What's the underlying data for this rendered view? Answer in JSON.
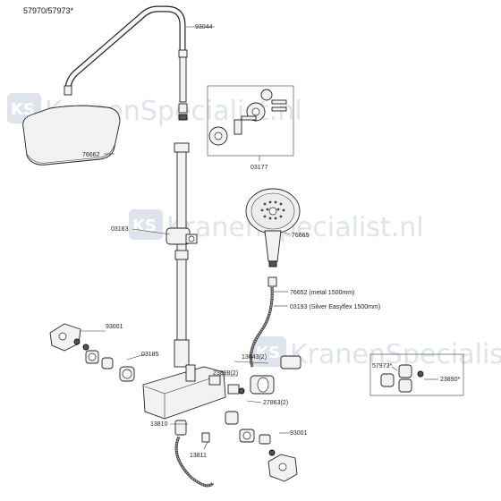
{
  "title": "57970/57973*",
  "watermark": {
    "brand": "KranenSpecialist.nl",
    "logo_letters": "KS"
  },
  "labels": {
    "p93044": "93044",
    "p76662": "76662",
    "p03177": "03177",
    "p03163": "03163",
    "p76665": "76665",
    "p76652": "76652 (metal 1500mm)",
    "p03193": "03193 (Silver Easyflex 1500mm)",
    "p93001a": "93001",
    "p03185": "03185",
    "p13643": "13643(2)",
    "p23898": "23898(2)",
    "p27863": "27863(2)",
    "p57973": "57973*",
    "p23890": "23890*",
    "p13810": "13810",
    "p13811": "13811",
    "p93001b": "93001"
  }
}
